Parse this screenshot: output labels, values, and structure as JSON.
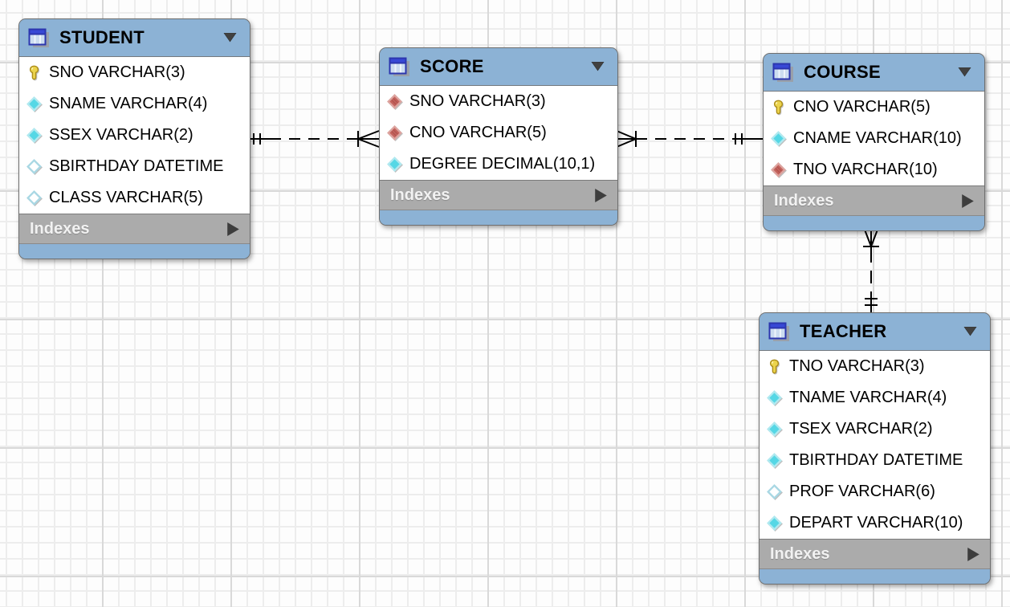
{
  "diagram": {
    "kind": "EER diagram (crow's foot notation)",
    "tables": {
      "student": {
        "title": "STUDENT",
        "indexes_label": "Indexes",
        "columns": [
          {
            "icon": "primary-key",
            "text": "SNO VARCHAR(3)"
          },
          {
            "icon": "not-null",
            "text": "SNAME VARCHAR(4)"
          },
          {
            "icon": "not-null",
            "text": "SSEX VARCHAR(2)"
          },
          {
            "icon": "nullable",
            "text": "SBIRTHDAY DATETIME"
          },
          {
            "icon": "nullable",
            "text": "CLASS VARCHAR(5)"
          }
        ]
      },
      "score": {
        "title": "SCORE",
        "indexes_label": "Indexes",
        "columns": [
          {
            "icon": "foreign-key",
            "text": "SNO VARCHAR(3)"
          },
          {
            "icon": "foreign-key",
            "text": "CNO VARCHAR(5)"
          },
          {
            "icon": "not-null",
            "text": "DEGREE DECIMAL(10,1)"
          }
        ]
      },
      "course": {
        "title": "COURSE",
        "indexes_label": "Indexes",
        "columns": [
          {
            "icon": "primary-key",
            "text": "CNO VARCHAR(5)"
          },
          {
            "icon": "not-null",
            "text": "CNAME VARCHAR(10)"
          },
          {
            "icon": "foreign-key",
            "text": "TNO VARCHAR(10)"
          }
        ]
      },
      "teacher": {
        "title": "TEACHER",
        "indexes_label": "Indexes",
        "columns": [
          {
            "icon": "primary-key",
            "text": "TNO VARCHAR(3)"
          },
          {
            "icon": "not-null",
            "text": "TNAME VARCHAR(4)"
          },
          {
            "icon": "not-null",
            "text": "TSEX VARCHAR(2)"
          },
          {
            "icon": "not-null",
            "text": "TBIRTHDAY DATETIME"
          },
          {
            "icon": "nullable",
            "text": "PROF VARCHAR(6)"
          },
          {
            "icon": "not-null",
            "text": "DEPART VARCHAR(10)"
          }
        ]
      }
    },
    "relationships": [
      {
        "one_side": "STUDENT",
        "many_side": "SCORE",
        "line_style": "dashed",
        "one_marker": "exactly-one (||)",
        "many_marker": "many (crow's foot + bar)"
      },
      {
        "one_side": "COURSE",
        "many_side": "SCORE",
        "line_style": "dashed",
        "one_marker": "exactly-one (||)",
        "many_marker": "many (crow's foot + bar)"
      },
      {
        "one_side": "TEACHER",
        "many_side": "COURSE",
        "line_style": "dashed",
        "one_marker": "exactly-one (=)",
        "many_marker": "many (crow's foot + bar)"
      }
    ],
    "colors": {
      "table_header_blue": "#8cb2d5",
      "table_body": "#ffffff",
      "indexes_bar_gray": "#ababab",
      "indexes_text": "#f2f2f2",
      "table_border": "#6f6f6f",
      "primary_key_icon": "#ecd44d",
      "not_null_icon": "#55d7e5",
      "nullable_icon": "#ffffff",
      "foreign_key_icon": "#c4625c",
      "relationship_line": "#000000",
      "canvas_background": "#fdfdfd",
      "grid_minor": "#ededed",
      "grid_major": "#d9d9d9"
    }
  }
}
